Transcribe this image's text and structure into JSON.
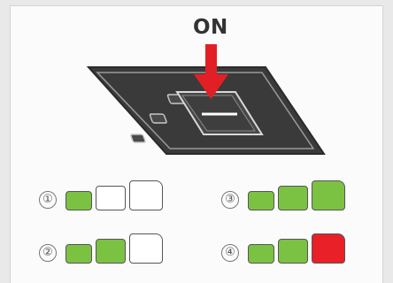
{
  "label": {
    "on": "ON"
  },
  "colors": {
    "filled": "#7cc242",
    "empty": "#ffffff",
    "alert": "#e92027",
    "arrow": "#e31f26",
    "device_dark": "#3c3c3c",
    "outline": "#555555"
  },
  "icons": {
    "arrow": "down-arrow-icon",
    "device": "dashboard-switch-panel"
  },
  "indicators": [
    {
      "number": "①",
      "level": 1,
      "states": [
        "filled",
        "empty",
        "empty"
      ]
    },
    {
      "number": "③",
      "level": 3,
      "states": [
        "filled",
        "filled",
        "filled"
      ]
    },
    {
      "number": "②",
      "level": 2,
      "states": [
        "filled",
        "filled",
        "empty"
      ]
    },
    {
      "number": "④",
      "level": 4,
      "states": [
        "filled",
        "filled",
        "alert"
      ]
    }
  ]
}
